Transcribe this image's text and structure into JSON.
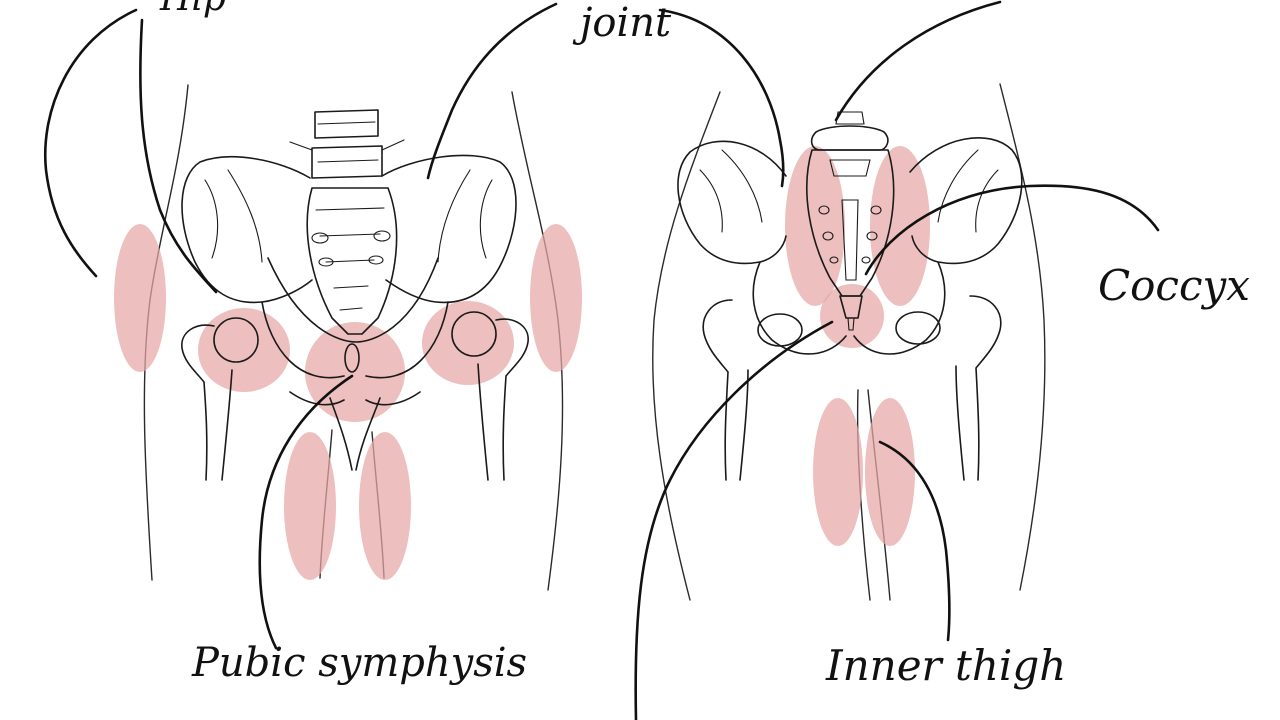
{
  "colors": {
    "pain_zone": "#e6a6a6",
    "line": "#111111",
    "background": "#ffffff"
  },
  "labels": {
    "hip": "Hip",
    "joint": "joint",
    "coccyx": "Coccyx",
    "pubic_symphysis": "Pubic symphysis",
    "inner_thigh": "Inner thigh"
  },
  "views": [
    "front-pelvis",
    "back-pelvis"
  ]
}
